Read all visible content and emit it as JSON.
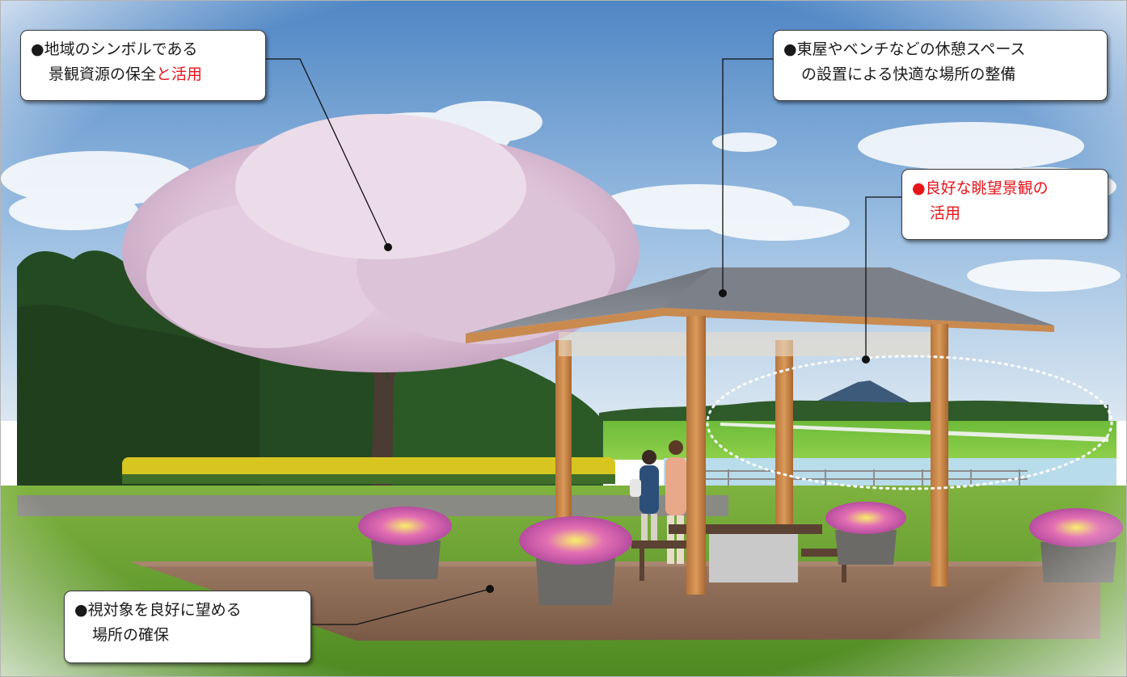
{
  "callouts": {
    "landmark": {
      "bullet": "●",
      "line1": "地域のシンボルである",
      "line2_normal": "景観資源の保全",
      "line2_red": "と活用"
    },
    "rest_area": {
      "bullet": "●",
      "line1": "東屋やベンチなどの休憩スペース",
      "line2": "の設置による快適な場所の整備"
    },
    "view": {
      "bullet": "●",
      "line1_red": "良好な眺望景観の",
      "line2_red": "活用"
    },
    "viewpoint": {
      "bullet": "●",
      "line1": "視対象を良好に望める",
      "line2": "場所の確保"
    }
  },
  "colors": {
    "accent_red": "#e8141a",
    "callout_border": "#3a3a3a",
    "sky": "#7fa9d6",
    "grass": "#5f9a2c",
    "deck": "#8a6a55",
    "blossom": "#e9d3e2"
  }
}
